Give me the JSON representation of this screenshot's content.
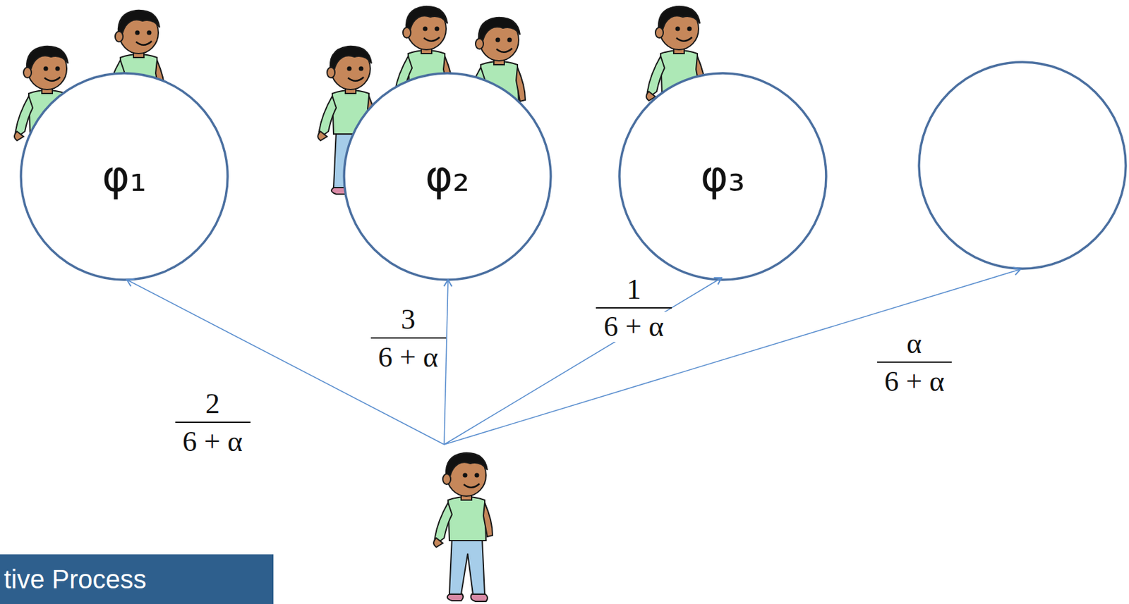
{
  "diagram": {
    "nodes": [
      {
        "text": [
          "φ₁"
        ]
      },
      {
        "text": [
          "φ₂"
        ]
      },
      {
        "text": [
          "φ₃"
        ]
      }
    ],
    "labels": [
      "2",
      "6 + α",
      "3",
      "6 + α",
      "1",
      "6 + α",
      "α",
      "6 + α",
      "tive Process"
    ]
  }
}
